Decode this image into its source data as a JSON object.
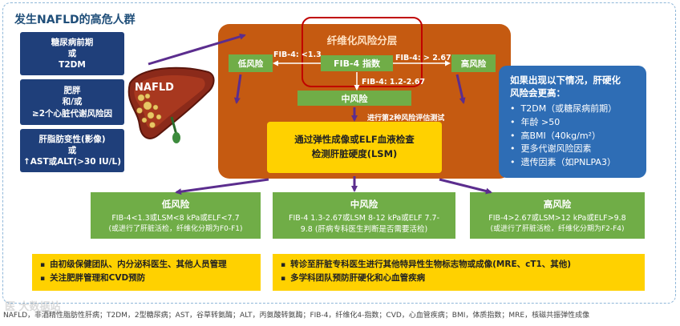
{
  "title": "发生NAFLD的高危人群",
  "risk_groups": [
    {
      "lines": [
        "糖尿病前期",
        "或",
        "T2DM"
      ]
    },
    {
      "lines": [
        "肥胖",
        "和/或",
        "≥2个心脏代谢风险因"
      ]
    },
    {
      "lines": [
        "肝脂肪变性(影像)",
        "或",
        "↑AST或ALT(>30 IU/L)"
      ]
    }
  ],
  "liver_label": "NAFLD",
  "panel": {
    "title": "纤维化风险分层",
    "fib4_box": "FIB-4 指数",
    "low": "低风险",
    "high": "高风险",
    "mid": "中风险",
    "label_low": "FIB-4: <1.3",
    "label_high": "FIB-4: > 2.67",
    "label_mid": "FIB-4: 1.2-2.67",
    "second_test": "进行第2种风险评估测试",
    "lsm": [
      "通过弹性成像或ELF血液检查",
      "检测肝脏硬度(LSM)"
    ]
  },
  "info": {
    "heading": [
      "如果出现以下情况，肝硬化",
      "风险会更高："
    ],
    "items": [
      "T2DM（或糖尿病前期）",
      "年龄 >50",
      "高BMI（40kg/m²）",
      "更多代谢风险因素",
      "遗传因素（如PNLPA3）"
    ]
  },
  "risk_outcomes": [
    {
      "title": "低风险",
      "body": [
        "FIB-4<1.3或LSM<8 kPa或ELF<7.7"
      ],
      "note": [
        "(或进行了肝脏活检，纤维化分期为F0-F1)"
      ]
    },
    {
      "title": "中风险",
      "body": [
        "FIB-4 1.3-2.67或LSM 8-12 kPa或ELF 7.7-",
        "9.8 (肝病专科医生判断是否需要活检)"
      ],
      "note": []
    },
    {
      "title": "高风险",
      "body": [
        "FIB-4>2.67或LSM>12 kPa或ELF>9.8"
      ],
      "note": [
        "(或进行了肝脏活检，纤维化分期为F2-F4)"
      ]
    }
  ],
  "actions_left": [
    "由初级保健团队、内分泌科医生、其他人员管理",
    "关注肥胖管理和CVD预防"
  ],
  "actions_right": [
    "转诊至肝脏专科医生进行其他特异性生物标志物或成像(MRE、cT1、其他)",
    "多学科团队预防肝硬化和心血管疾病"
  ],
  "footer": "NAFLD，非酒精性脂肪性肝病；T2DM，2型糖尿病；AST，谷草转氨酶；ALT，丙氨酸转氨酶；FIB-4，纤维化4-指数；CVD，心血管疾病；BMI，体质指数；MRE，核磁共振弹性成像",
  "watermark": "医 大数据站",
  "colors": {
    "navy": "#1f3f7a",
    "orange": "#c55a11",
    "green": "#70ad47",
    "yellow": "#ffd100",
    "blue": "#2e6db5",
    "red": "#c00000",
    "arrow": "#5b2d8e"
  }
}
